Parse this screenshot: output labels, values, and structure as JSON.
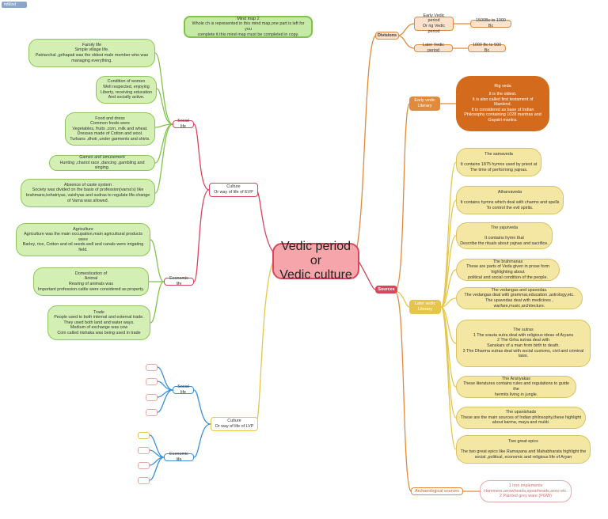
{
  "app": {
    "badge": "mMind"
  },
  "center": {
    "line1": "Vedic period or",
    "line2": "Vedic  culture"
  },
  "note": {
    "line1": "Mind map 2",
    "line2": "Whole ch is represented in this mind map,one part is left for you",
    "line3": "complete it.this mind map must be completed in copy."
  },
  "colors": {
    "red": "#d9455a",
    "orange": "#e08a3c",
    "yellow": "#e5c64a",
    "green": "#7fc34a",
    "blue": "#3b8fd9",
    "center_fill": "#f6a6ab",
    "note_fill": "#c6eaa5",
    "rig_fill": "#d46a1c"
  },
  "right": {
    "divisions": {
      "label": "Divisions",
      "items": [
        {
          "label": [
            "Early Vedic period",
            "Or rig Vedic period"
          ],
          "date": "1500Bc to 1000 Bc"
        },
        {
          "label": [
            "Later Vedic period"
          ],
          "date": "1000 Bc to 500 Bc"
        }
      ]
    },
    "sources": {
      "label": "Sources",
      "early": {
        "label": [
          "Early vedic",
          "Literary"
        ],
        "rig": {
          "title": "Rig veda",
          "lines": [
            "It is the oldest.",
            "It is also called first testament of",
            "Mankind.",
            "It is considered as base of Indian",
            "Philosophy containing 1028 mantras and",
            "Gayatri mantra."
          ]
        }
      },
      "later": {
        "label": [
          "Later vedic",
          "Literary"
        ],
        "items": [
          {
            "lines": [
              "The samaveda",
              "",
              "It contains 1875 hymns used by priest at",
              "The time of performing yajnas."
            ]
          },
          {
            "lines": [
              "Atharvaveda",
              "",
              "It contains hymns which deal with charms and spells",
              "To control the evil spirits."
            ]
          },
          {
            "lines": [
              "The yajurveda",
              "",
              "It contains hymn that",
              "Describe the rituals about yajnas and sacrifice."
            ]
          },
          {
            "lines": [
              "The brahmanas",
              "These are parts of Veda given in prose form highlighting about",
              "political and social condition of the people."
            ]
          },
          {
            "lines": [
              "The vedangas and upavedas.",
              "The vedangas deal with grammar,education ,astrology,etc.",
              "The upavedas deal with medicines , warfare,music,architecture."
            ]
          },
          {
            "lines": [
              "The sutras",
              "1 The srauta sutra deal with religious ideas of Aryans",
              "2 The Grha sutras deal with",
              "Sanskars of a man from birth to death.",
              "3 The Dharma sutras deal with social customs, civil and criminal",
              "laws."
            ]
          },
          {
            "lines": [
              "The Aranyakas",
              "These literatures contains rules and regulations to guide the",
              "hermits living in jungle."
            ]
          },
          {
            "lines": [
              "The upanishads",
              "These are the main sources of Indian philosophy,these highlight",
              "about karma, maya and mukti."
            ]
          },
          {
            "lines": [
              "Two great epics",
              "",
              "The two great epics like Ramayana and Mahabharata highlight the",
              "social ,political, economic and religious life of Aryan"
            ]
          }
        ]
      },
      "arch": {
        "label": "Archaeological sources",
        "lines": [
          "1 Iron implements",
          "Hammers,arrowheads,spearheads,axes etc.",
          "2 Painted grey ware (PGW)"
        ]
      }
    }
  },
  "left": {
    "evp": {
      "label": [
        "Culture",
        "Or way of life of EVP"
      ],
      "social": {
        "label": "Social life",
        "items": [
          {
            "lines": [
              "Family life",
              "Simple village life.",
              "Patriarchal ,grihapati was the oldest male member who was",
              "managing everything."
            ]
          },
          {
            "lines": [
              "Condition of women",
              "Well respected, enjoying",
              "Liberty, receiving education",
              "And socially active."
            ]
          },
          {
            "lines": [
              "Food and dress",
              "Common foods were",
              "Vegetables, fruits ,corn, milk and wheat.",
              "Dresses made of Cotton and wool.",
              "Turbans ,dhoti ,under garments and shirts."
            ]
          },
          {
            "lines": [
              "Games and amusement",
              "Hunting ,chariot race ,dancing ,gambling and singing."
            ]
          },
          {
            "lines": [
              "Absence of caste system",
              "Society was divided on the basis of  profession(varna's) like",
              "brahmans,kshatriyas, vaishyas and sudras to regulate  life.change",
              "of Varna was allowed."
            ]
          }
        ]
      },
      "economic": {
        "label": "Economic life",
        "items": [
          {
            "lines": [
              "Agriculture",
              "Agriculture was the main occupation.main agricultural products",
              "were",
              "Barley, rice, Cotton and oil seeds.well and canals were irrigating",
              "field."
            ]
          },
          {
            "lines": [
              "Domestication of",
              "Animal",
              "Rearing of animals was",
              "Important profession.cattle were considered as property."
            ]
          },
          {
            "lines": [
              "Trade",
              "People used to both internal and external trade.",
              "They used both land and water ways.",
              "Medium of exchange was cow",
              "Coin called nishaka was being used in trade"
            ]
          }
        ]
      }
    },
    "lvp": {
      "label": [
        "Culture",
        "Or way of life of LVP"
      ],
      "social": {
        "label": "Social life"
      },
      "economic": {
        "label": "Economic life"
      }
    }
  }
}
